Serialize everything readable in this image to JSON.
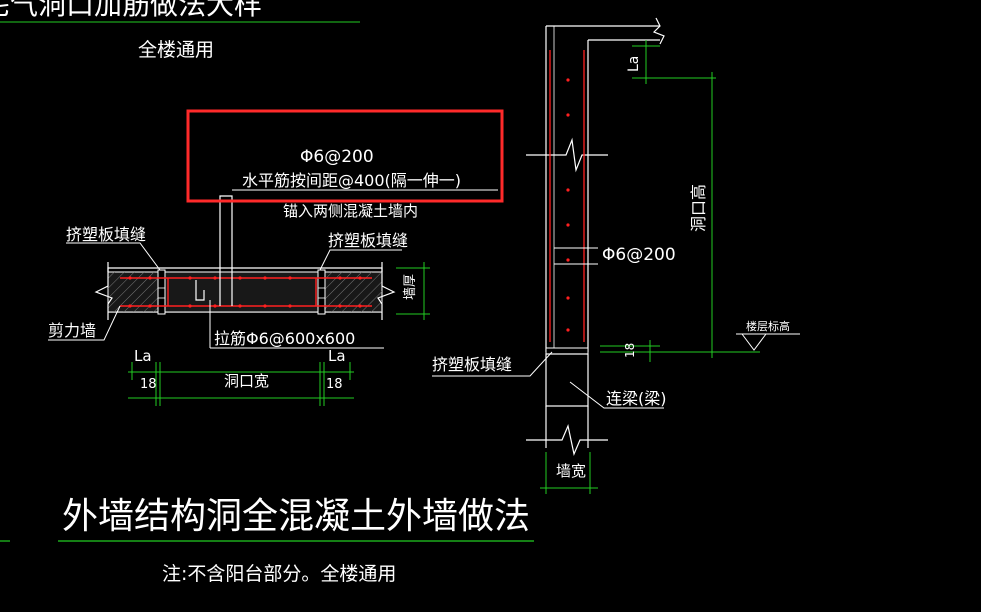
{
  "colors": {
    "background": "#000000",
    "line": "#ffffff",
    "text": "#ffffff",
    "rebar": "#ff2020",
    "dimension": "#22cc22",
    "highlight": "#ff2a2a",
    "concrete": "#2a2a2a"
  },
  "header": {
    "title_fragment": "宅气洞口加筋做法大样",
    "scope_note": "全楼通用"
  },
  "plan_detail": {
    "highlight_line1": "Φ6@200",
    "highlight_line2": "水平筋按间距@400(隔一伸一)",
    "anchor_note": "锚入两侧混凝土墙内",
    "foam_fill_left": "挤塑板填缝",
    "foam_fill_right": "挤塑板填缝",
    "shear_wall": "剪力墙",
    "tie_bar": "拉筋Φ6@600x600",
    "la_left": "La",
    "la_right": "La",
    "dim_left": "18",
    "dim_right": "18",
    "opening_width": "洞口宽",
    "wall_thickness_vertical": "墙厚"
  },
  "section_detail": {
    "la_top": "La",
    "opening_height": "洞口高",
    "rebar_spacing": "Φ6@200",
    "foam_fill": "挤塑板填缝",
    "dim_18": "18",
    "floor_level": "楼层标高",
    "coupling_beam": "连梁(梁)",
    "wall_width": "墙宽"
  },
  "footer": {
    "main_title": "外墙结构洞全混凝土外墙做法",
    "note": "注:不含阳台部分。全楼通用"
  }
}
